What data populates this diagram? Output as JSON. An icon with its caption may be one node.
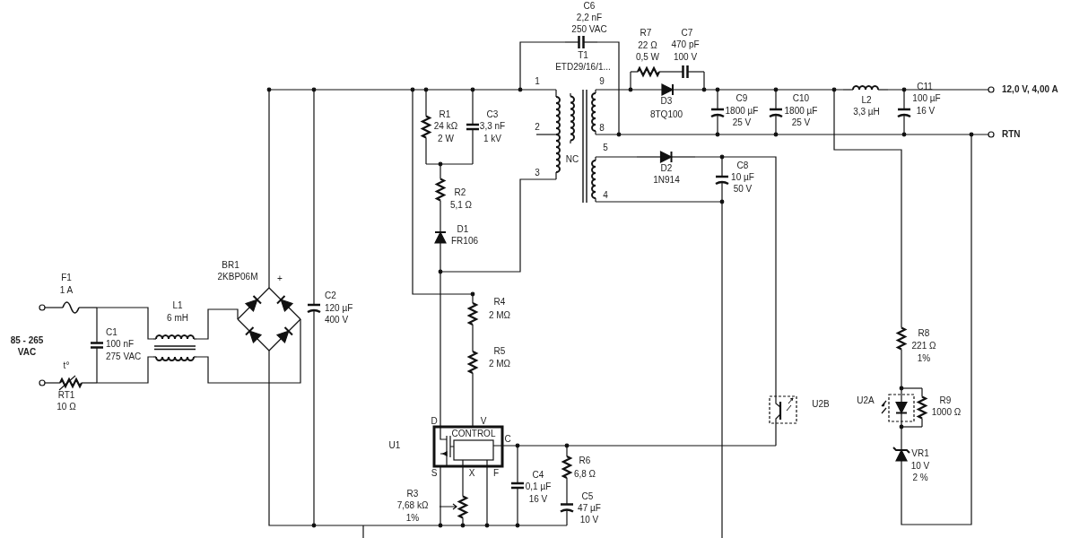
{
  "diagram": {
    "labels": [
      "F1",
      "1 A",
      "85 - 265",
      "VAC",
      "t°",
      "RT1",
      "10 Ω",
      "C1",
      "100 nF",
      "275 VAC",
      "L1",
      "6 mH",
      "BR1",
      "2KBP06M",
      "+",
      "C2",
      "120 µF",
      "400 V",
      "C6",
      "2,2 nF",
      "250 VAC",
      "T1",
      "ETD29/16/1...",
      "R7",
      "22 Ω",
      "0,5 W",
      "C7",
      "470 pF",
      "100 V",
      "1",
      "9",
      "2",
      "8",
      "NC",
      "3",
      "5",
      "4",
      "D3",
      "8TQ100",
      "C9",
      "1800 µF",
      "25 V",
      "C10",
      "1800 µF",
      "25 V",
      "L2",
      "3,3 µH",
      "C11",
      "100 µF",
      "16 V",
      "12,0 V, 4,00 A",
      "RTN",
      "R1",
      "24 kΩ",
      "2 W",
      "C3",
      "3,3 nF",
      "1 kV",
      "R2",
      "5,1 Ω",
      "D1",
      "FR106",
      "D2",
      "1N914",
      "C8",
      "10 µF",
      "50 V",
      "R4",
      "2 MΩ",
      "R5",
      "2 MΩ",
      "D",
      "V",
      "CONTROL",
      "C",
      "S",
      "X",
      "F",
      "U1",
      "R3",
      "7,68 kΩ",
      "1%",
      "C4",
      "0,1 µF",
      "16 V",
      "R6",
      "6,8 Ω",
      "C5",
      "47 µF",
      "10 V",
      "U2B",
      "U2A",
      "R8",
      "221 Ω",
      "1%",
      "R9",
      "1000 Ω",
      "VR1",
      "10 V",
      "2 %"
    ]
  }
}
